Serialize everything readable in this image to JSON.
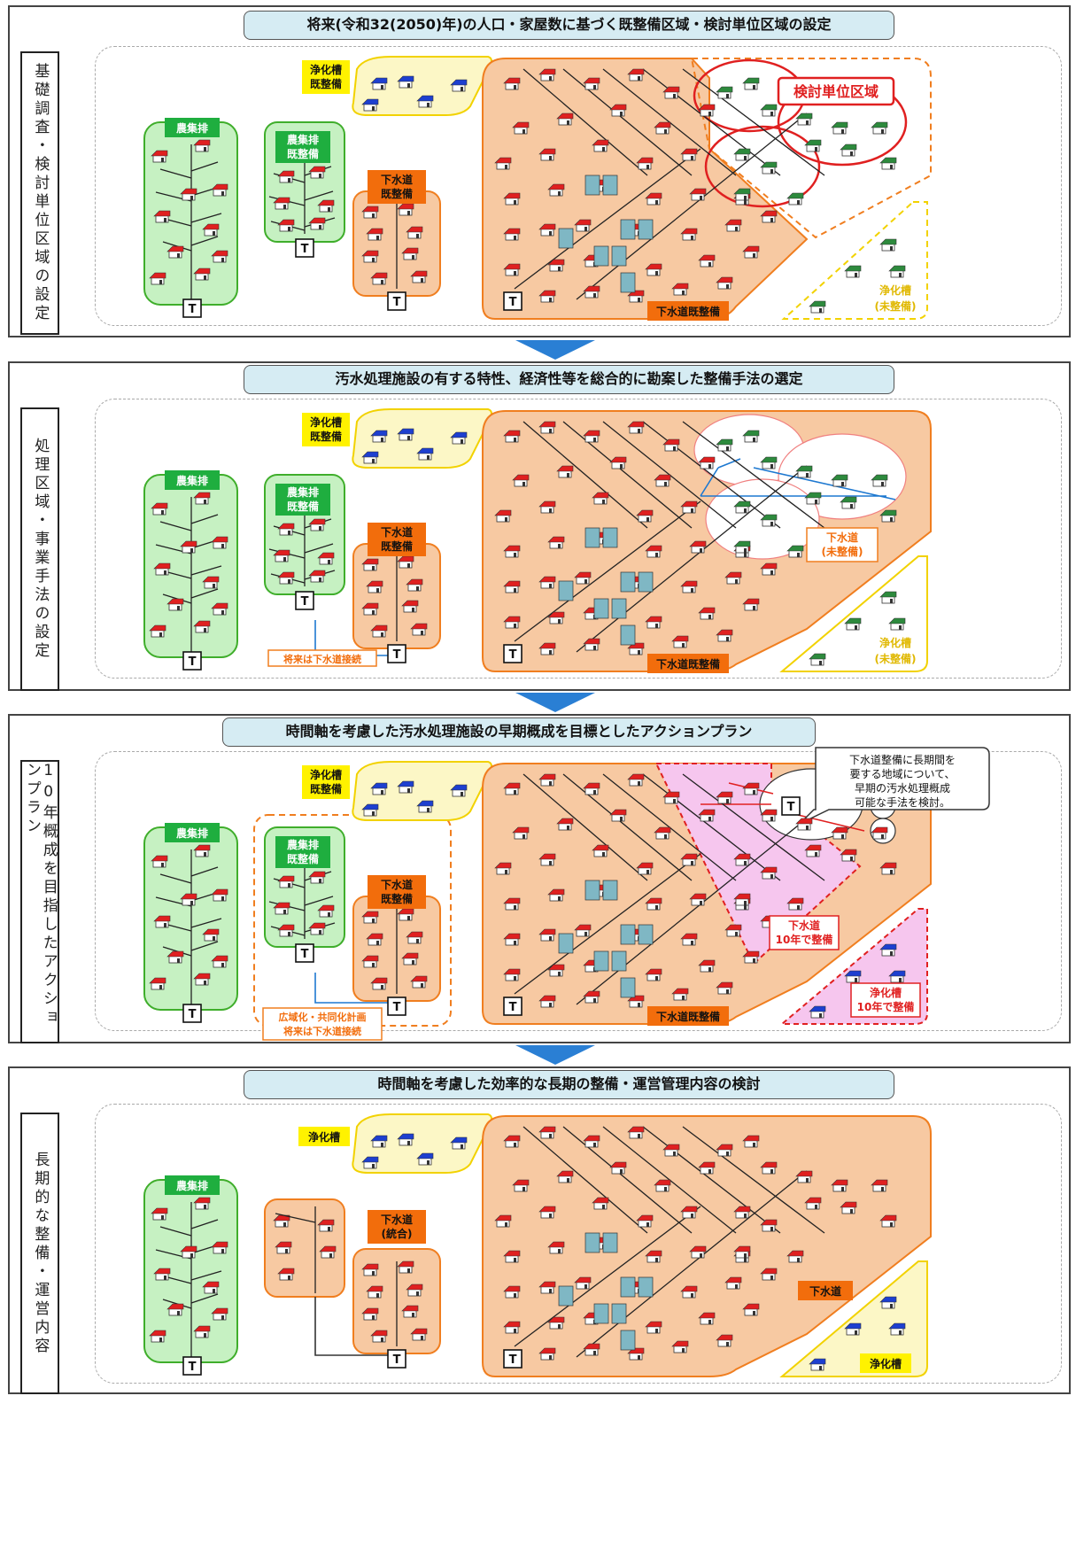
{
  "colors": {
    "green_fill": "#c6f1c2",
    "green_stroke": "#3fae2b",
    "green_tag": "#1fae3f",
    "orange_fill": "#f7c9a2",
    "orange_stroke": "#f07e1f",
    "orange_tag": "#f26d0c",
    "yellow_fill": "#fcf7c6",
    "yellow_stroke": "#f2d200",
    "yellow_tag": "#fff200",
    "pink_fill": "#f6c6ee",
    "red_line": "#e02020",
    "blue_line": "#1d78d0",
    "title_bg": "#d6ecf3",
    "chevron": "#2a7fd4"
  },
  "panels": [
    {
      "title": "将来(令和32(2050)年)の人口・家屋数に基づく既整備区域・検討単位区域の設定",
      "side_label": "基礎調査・検討単位区域の設定",
      "labels": {
        "nousyuhai": "農集排",
        "nousyuhai_done": "農集排既整備",
        "gesuido_done": "下水道既整備",
        "jokaso_done": "浄化槽既整備",
        "gesuido_area": "下水道既整備",
        "kento_unit": "検討単位区域",
        "jokaso_none": "浄化槽(未整備)",
        "t": "T"
      }
    },
    {
      "title": "汚水処理施設の有する特性、経済性等を総合的に勘案した整備手法の選定",
      "side_label": "処理区域・事業手法の設定",
      "labels": {
        "nousyuhai": "農集排",
        "nousyuhai_done": "農集排既整備",
        "gesuido_done": "下水道既整備",
        "jokaso_done": "浄化槽既整備",
        "gesuido_area": "下水道既整備",
        "gesuido_none": "下水道(未整備)",
        "jokaso_none": "浄化槽(未整備)",
        "future_connect": "将来は下水道接続",
        "t": "T"
      }
    },
    {
      "title": "時間軸を考慮した汚水処理施設の早期概成を目標としたアクションプラン",
      "side_label": "10年概成を目指したアクションプラン",
      "labels": {
        "nousyuhai": "農集排",
        "nousyuhai_done": "農集排既整備",
        "gesuido_done": "下水道既整備",
        "jokaso_done": "浄化槽既整備",
        "gesuido_area": "下水道既整備",
        "gesuido_10y": "下水道10年で整備",
        "jokaso_10y": "浄化槽10年で整備",
        "regional_plan": "広域化・共同化計画将来は下水道接続",
        "callout": "下水道整備に長期間を要する地域について、早期の汚水処理概成可能な手法を検討。",
        "t": "T"
      }
    },
    {
      "title": "時間軸を考慮した効率的な長期の整備・運営管理内容の検討",
      "side_label": "長期的な整備・運営内容",
      "labels": {
        "nousyuhai": "農集排",
        "jokaso": "浄化槽",
        "gesuido_merged": "下水道(統合)",
        "gesuido": "下水道",
        "jokaso_corner": "浄化槽",
        "t": "T"
      }
    }
  ]
}
